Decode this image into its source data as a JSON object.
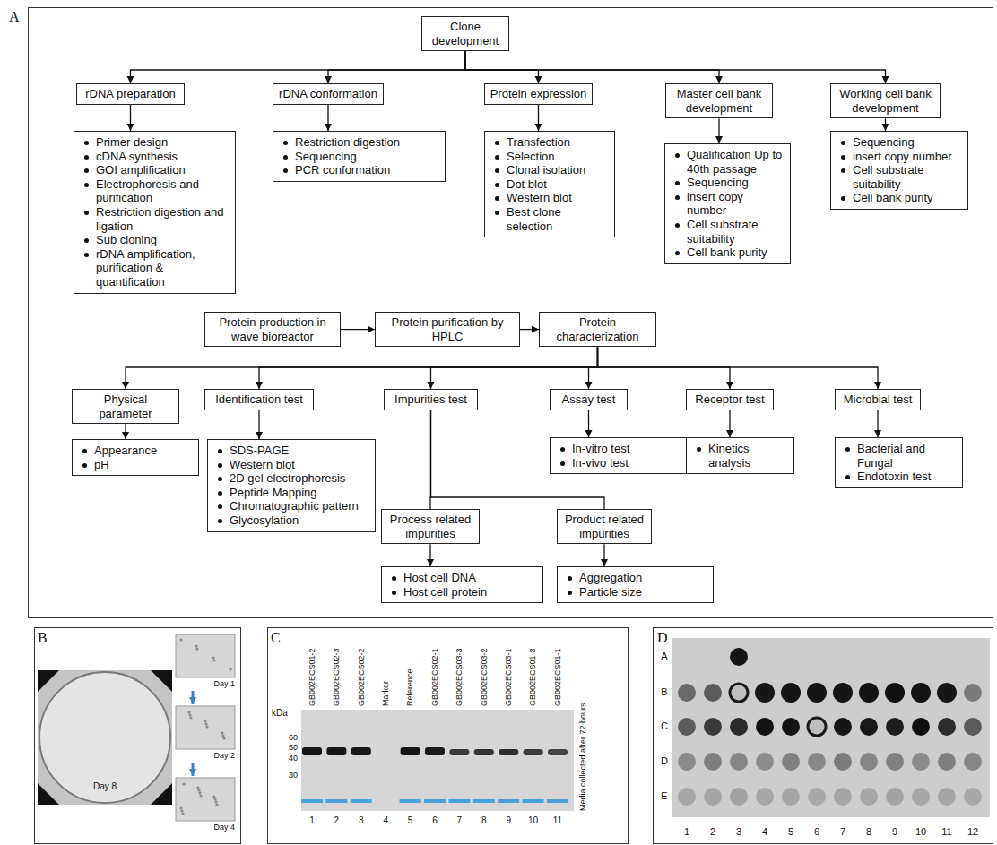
{
  "diagram": {
    "nodes": [
      {
        "text": [
          "Clone development"
        ]
      },
      {
        "text": [
          "rDNA preparation"
        ]
      },
      {
        "text": [
          "rDNA conformation"
        ]
      },
      {
        "text": [
          "Protein expression"
        ]
      },
      {
        "text": [
          "Master cell bank development"
        ]
      },
      {
        "text": [
          "Working cell bank development"
        ]
      },
      {
        "text": [
          "Primer design",
          "cDNA synthesis",
          "GOI amplification",
          "Electrophoresis and purification",
          "Restriction digestion and ligation",
          "Sub cloning",
          "rDNA amplification, purification & quantification"
        ]
      },
      {
        "text": [
          "Restriction digestion",
          "Sequencing",
          "PCR conformation"
        ]
      },
      {
        "text": [
          "Transfection",
          "Selection",
          "Clonal isolation",
          "Dot blot",
          "Western blot",
          "Best clone selection"
        ]
      },
      {
        "text": [
          "Qualification Up to 40th passage",
          "Sequencing",
          "insert copy number",
          "Cell substrate suitability",
          "Cell bank purity"
        ]
      },
      {
        "text": [
          "Sequencing",
          "insert copy number",
          "Cell substrate suitability",
          "Cell bank purity"
        ]
      },
      {
        "text": [
          "Protein production in wave bioreactor"
        ]
      },
      {
        "text": [
          "Protein purification by HPLC"
        ]
      },
      {
        "text": [
          "Protein characterization"
        ]
      },
      {
        "text": [
          "Physical parameter"
        ]
      },
      {
        "text": [
          "Identification test"
        ]
      },
      {
        "text": [
          "Impurities test"
        ]
      },
      {
        "text": [
          "Assay test"
        ]
      },
      {
        "text": [
          "Receptor test"
        ]
      },
      {
        "text": [
          "Microbial test"
        ]
      },
      {
        "text": [
          "Appearance",
          "pH"
        ]
      },
      {
        "text": [
          "SDS-PAGE",
          "Western blot",
          "2D gel electrophoresis",
          "Peptide Mapping",
          "Chromatographic pattern",
          "Glycosylation"
        ]
      },
      {
        "text": [
          "Process related impurities"
        ]
      },
      {
        "text": [
          "Product related impurities"
        ]
      },
      {
        "text": [
          "In-vitro test",
          "In-vivo test"
        ]
      },
      {
        "text": [
          "Kinetics analysis"
        ]
      },
      {
        "text": [
          "Bacterial and Fungal",
          "Endotoxin test"
        ]
      },
      {
        "text": [
          "Host cell DNA",
          "Host cell protein"
        ]
      },
      {
        "text": [
          "Aggregation",
          "Particle size"
        ]
      }
    ],
    "edges": [
      {
        "from": 0,
        "to": 1,
        "arrow": "to"
      },
      {
        "from": 0,
        "to": 2,
        "arrow": "to"
      },
      {
        "from": 0,
        "to": 3,
        "arrow": "to"
      },
      {
        "from": 0,
        "to": 4,
        "arrow": "to"
      },
      {
        "from": 0,
        "to": 5,
        "arrow": "to"
      },
      {
        "from": 1,
        "to": 6,
        "arrow": "to"
      },
      {
        "from": 2,
        "to": 7,
        "arrow": "to"
      },
      {
        "from": 3,
        "to": 8,
        "arrow": "to"
      },
      {
        "from": 4,
        "to": 9,
        "arrow": "to"
      },
      {
        "from": 5,
        "to": 10,
        "arrow": "to"
      },
      {
        "from": 11,
        "to": 12,
        "arrow": "to"
      },
      {
        "from": 12,
        "to": 13,
        "arrow": "to"
      },
      {
        "from": 13,
        "to": 14,
        "arrow": "to"
      },
      {
        "from": 13,
        "to": 15,
        "arrow": "to"
      },
      {
        "from": 13,
        "to": 16,
        "arrow": "to"
      },
      {
        "from": 13,
        "to": 17,
        "arrow": "to"
      },
      {
        "from": 13,
        "to": 18,
        "arrow": "to"
      },
      {
        "from": 13,
        "to": 19,
        "arrow": "to"
      },
      {
        "from": 14,
        "to": 20,
        "arrow": "to"
      },
      {
        "from": 15,
        "to": 21,
        "arrow": "to"
      },
      {
        "from": 17,
        "to": 24,
        "arrow": "to"
      },
      {
        "from": 18,
        "to": 25,
        "arrow": "to"
      },
      {
        "from": 19,
        "to": 26,
        "arrow": "to"
      },
      {
        "from": 16,
        "to": 22,
        "arrow": "none"
      },
      {
        "from": 16,
        "to": 23,
        "arrow": "none"
      },
      {
        "from": 22,
        "to": 27,
        "arrow": "to"
      },
      {
        "from": 23,
        "to": 28,
        "arrow": "to"
      }
    ],
    "labels": [
      "A",
      "B",
      "Day 8",
      "Day 1",
      "Day 2",
      "Day 4",
      "C",
      "GB002ECS01-2",
      "GB002ECS02-3",
      "GB002ECS02-2",
      "Marker",
      "Reference",
      "GB002ECS02-1",
      "GB002ECS03-3",
      "GB002ECS03-2",
      "GB002ECS03-1",
      "GB002ECS01-3",
      "GB002ECS01-1",
      "kDa",
      "60",
      "50",
      "40",
      "30",
      "Media collected after 72 hours",
      "1",
      "2",
      "3",
      "4",
      "5",
      "6",
      "7",
      "8",
      "9",
      "10",
      "11",
      "D",
      "A",
      "B",
      "C",
      "D",
      "E",
      "1",
      "2",
      "3",
      "4",
      "5",
      "6",
      "7",
      "8",
      "9",
      "10",
      "11",
      "12"
    ]
  }
}
